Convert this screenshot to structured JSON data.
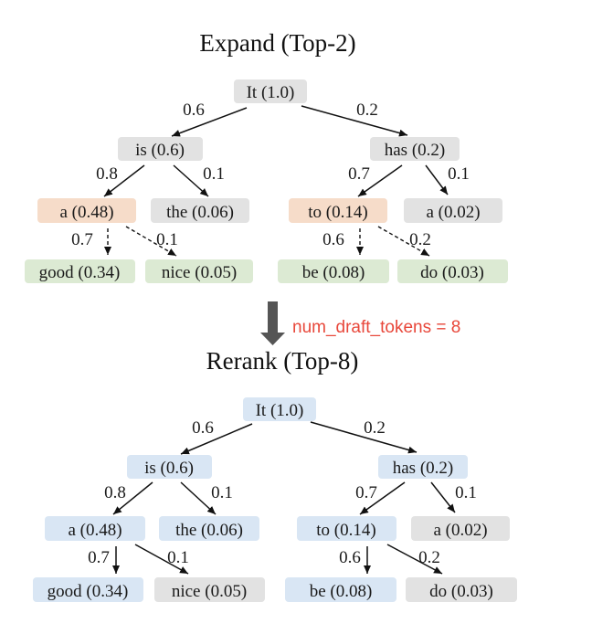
{
  "colors": {
    "gray": "#e2e2e2",
    "orange": "#f6dcc9",
    "green": "#dcead3",
    "blue": "#d9e6f4",
    "annotation": "#e8473a",
    "arrow": "#555555"
  },
  "expand": {
    "title": "Expand (Top-2)",
    "nodes": {
      "it": {
        "label": "It (1.0)",
        "color": "gray"
      },
      "is": {
        "label": "is (0.6)",
        "color": "gray"
      },
      "has": {
        "label": "has (0.2)",
        "color": "gray"
      },
      "a": {
        "label": "a (0.48)",
        "color": "orange"
      },
      "the": {
        "label": "the (0.06)",
        "color": "gray"
      },
      "to": {
        "label": "to (0.14)",
        "color": "orange"
      },
      "a2": {
        "label": "a (0.02)",
        "color": "gray"
      },
      "good": {
        "label": "good (0.34)",
        "color": "green"
      },
      "nice": {
        "label": "nice (0.05)",
        "color": "green"
      },
      "be": {
        "label": "be (0.08)",
        "color": "green"
      },
      "do": {
        "label": "do (0.03)",
        "color": "green"
      }
    },
    "edges": {
      "it_is": "0.6",
      "it_has": "0.2",
      "is_a": "0.8",
      "is_the": "0.1",
      "has_to": "0.7",
      "has_a2": "0.1",
      "a_good": "0.7",
      "a_nice": "0.1",
      "to_be": "0.6",
      "to_do": "0.2"
    }
  },
  "transition": {
    "annotation": "num_draft_tokens = 8"
  },
  "rerank": {
    "title": "Rerank (Top-8)",
    "nodes": {
      "it": {
        "label": "It (1.0)",
        "color": "blue"
      },
      "is": {
        "label": "is (0.6)",
        "color": "blue"
      },
      "has": {
        "label": "has (0.2)",
        "color": "blue"
      },
      "a": {
        "label": "a (0.48)",
        "color": "blue"
      },
      "the": {
        "label": "the (0.06)",
        "color": "blue"
      },
      "to": {
        "label": "to (0.14)",
        "color": "blue"
      },
      "a2": {
        "label": "a (0.02)",
        "color": "gray"
      },
      "good": {
        "label": "good (0.34)",
        "color": "blue"
      },
      "nice": {
        "label": "nice (0.05)",
        "color": "gray"
      },
      "be": {
        "label": "be (0.08)",
        "color": "blue"
      },
      "do": {
        "label": "do (0.03)",
        "color": "gray"
      }
    },
    "edges": {
      "it_is": "0.6",
      "it_has": "0.2",
      "is_a": "0.8",
      "is_the": "0.1",
      "has_to": "0.7",
      "has_a2": "0.1",
      "a_good": "0.7",
      "a_nice": "0.1",
      "to_be": "0.6",
      "to_do": "0.2"
    }
  }
}
